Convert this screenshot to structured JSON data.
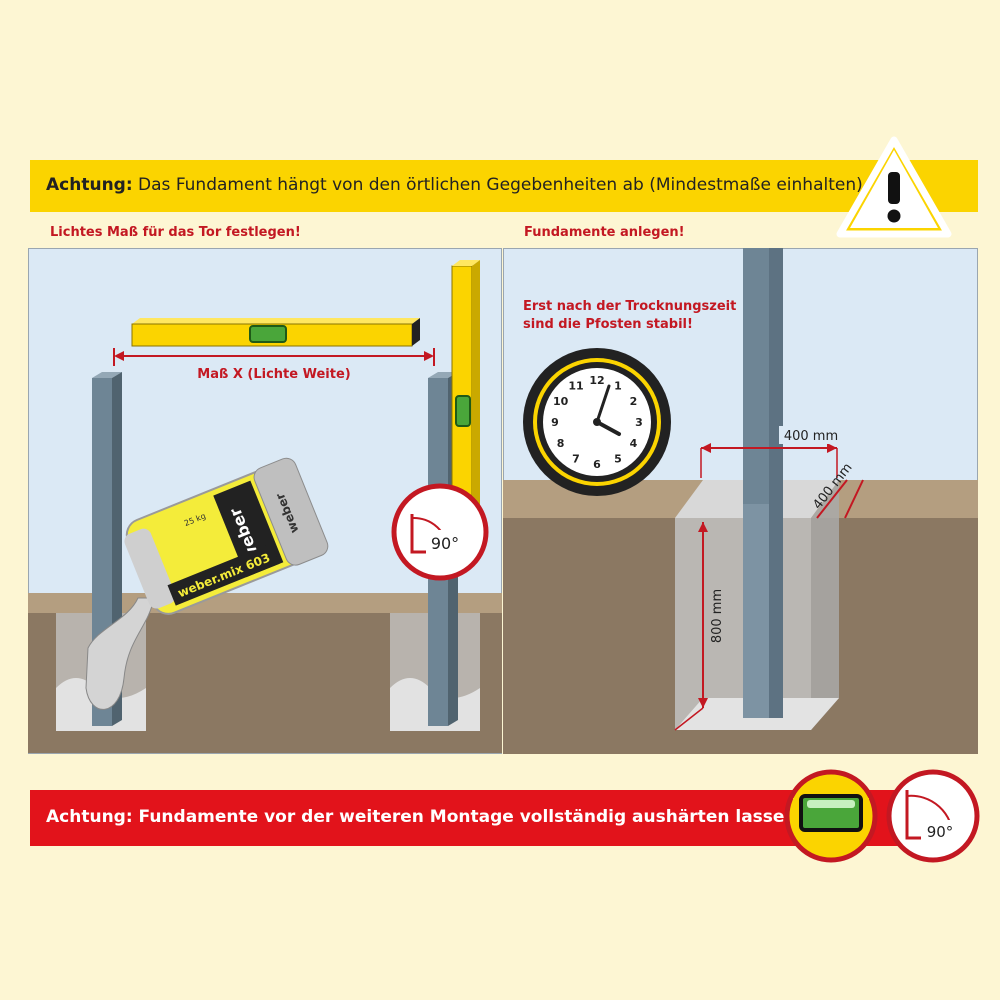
{
  "top_banner": {
    "label": "Achtung:",
    "text": " Das Fundament hängt von den örtlichen Gegebenheiten ab (Mindestmaße einhalten)."
  },
  "left_panel": {
    "title": "Lichtes Maß für das Tor festlegen!",
    "measure_label": "Maß X (Lichte Weite)",
    "angle_label": "90°",
    "bag": {
      "brand": "weber",
      "product": "weber.mix 603",
      "weight": "25 kg",
      "brand_side": "weber"
    }
  },
  "right_panel": {
    "title": "Fundamente anlegen!",
    "note_line1": "Erst nach der Trocknungszeit",
    "note_line2": "sind die Pfosten stabil!",
    "width_label": "400 mm",
    "depth_label": "400 mm",
    "height_label": "800 mm",
    "clock_numbers": [
      "12",
      "1",
      "2",
      "3",
      "4",
      "5",
      "6",
      "7",
      "8",
      "9",
      "10",
      "11"
    ]
  },
  "bottom_banner": {
    "text": "Achtung: Fundamente vor der weiteren Montage vollständig aushärten lassen!",
    "angle_label": "90°"
  },
  "colors": {
    "yellow": "#fbd400",
    "red": "#e2131b",
    "sky": "#dbe9f5",
    "soil": "#8b7862",
    "post": "#6e8595"
  }
}
